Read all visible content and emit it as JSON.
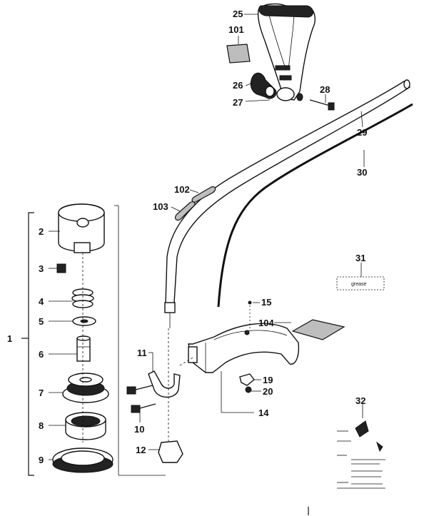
{
  "labels": {
    "p1": "1",
    "p2": "2",
    "p3": "3",
    "p4": "4",
    "p5": "5",
    "p6": "6",
    "p7": "7",
    "p8": "8",
    "p9": "9",
    "p10": "10",
    "p11": "11",
    "p12": "12",
    "p14": "14",
    "p15": "15",
    "p19": "19",
    "p20": "20",
    "p25": "25",
    "p26": "26",
    "p27": "27",
    "p28": "28",
    "p29": "29",
    "p30": "30",
    "p31": "31",
    "p32": "32",
    "p101": "101",
    "p102": "102",
    "p103": "103",
    "p104": "104"
  },
  "grease_label": "grease"
}
